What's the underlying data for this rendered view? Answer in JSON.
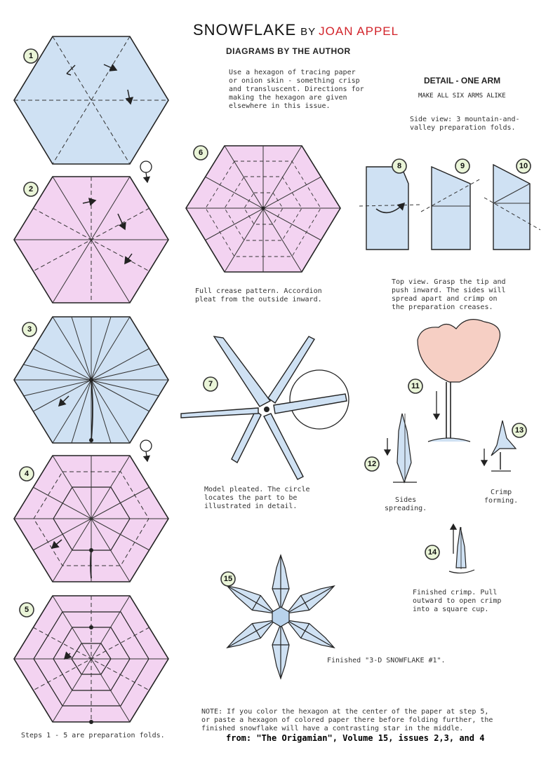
{
  "header": {
    "title": "SNOWFLAKE",
    "by": "BY",
    "author": "JOAN APPEL",
    "subtitle": "DIAGRAMS BY THE AUTHOR"
  },
  "intro_text": "Use a hexagon of tracing paper\nor onion skin - something crisp\nand transluscent. Directions for\nmaking the hexagon are given\nelsewhere in this issue.",
  "detail": {
    "heading": "DETAIL - ONE ARM",
    "subheading": "MAKE ALL SIX ARMS ALIKE",
    "side_view": "Side view: 3 mountain-and-\nvalley preparation folds.",
    "top_view": "Top view. Grasp the tip and\npush inward. The sides will\nspread apart and crimp on\nthe preparation creases."
  },
  "captions": {
    "step6": "Full crease pattern. Accordion\npleat from the outside inward.",
    "step7": "Model pleated. The circle\nlocates the part to be\nillustrated in detail.",
    "step12": "Sides\nspreading.",
    "step13": "Crimp\nforming.",
    "step14": "Finished crimp. Pull\noutward to open crimp\ninto a square cup.",
    "step15": "Finished \"3-D SNOWFLAKE #1\".",
    "steps1to5": "Steps 1 - 5 are preparation folds.",
    "note": "NOTE:  If you color the hexagon at the center of the paper at step 5,\nor paste a hexagon of colored paper there before folding further, the\nfinished snowflake will have a contrasting star in the middle."
  },
  "source": "from: \"The Origamian\", Volume 15, issues 2,3, and 4",
  "step_numbers": [
    "1",
    "2",
    "3",
    "4",
    "5",
    "6",
    "7",
    "8",
    "9",
    "10",
    "11",
    "12",
    "13",
    "14",
    "15"
  ],
  "colors": {
    "blue": "#cfe1f3",
    "pink": "#f3d3f1",
    "author_red": "#d2232a",
    "badge": "#eaf5d8",
    "peach": "#f6cfc4"
  }
}
